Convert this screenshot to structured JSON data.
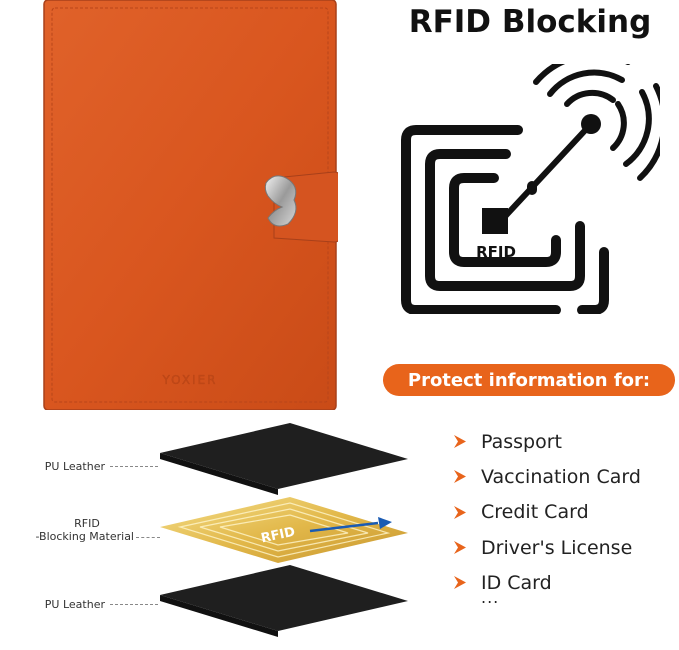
{
  "wallet": {
    "brand": "YOXIER",
    "color": "#dd5a23"
  },
  "headline": "RFID Blocking",
  "rfid_symbol": {
    "label": "RFID",
    "icon": "rfid-signal-icon"
  },
  "banner": "Protect information for:",
  "layers": [
    {
      "label_lines": [
        "PU Leather"
      ]
    },
    {
      "label_lines": [
        "RFID",
        "-Blocking Material"
      ],
      "inner_label": "RFID"
    },
    {
      "label_lines": [
        "PU Leather"
      ]
    }
  ],
  "items": [
    "Passport",
    "Vaccination Card",
    "Credit Card",
    "Driver's License",
    "ID Card"
  ],
  "ellipsis": "...",
  "colors": {
    "accent": "#e8641b",
    "gold": "#e8c95a",
    "black": "#1f1f1f"
  }
}
